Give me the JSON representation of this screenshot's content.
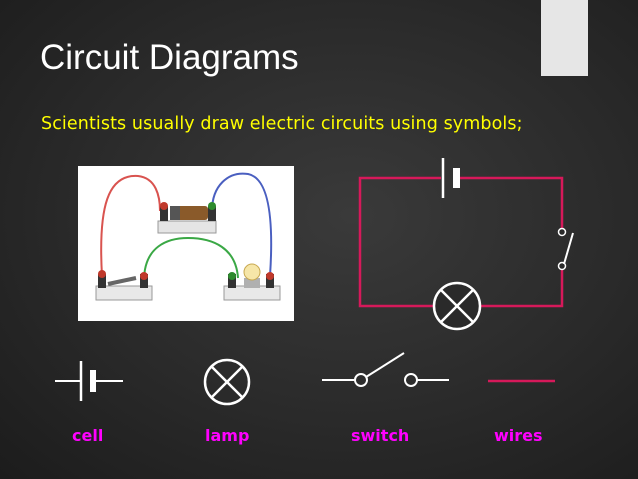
{
  "slide": {
    "title": "Circuit Diagrams",
    "subtitle": "Scientists usually draw electric circuits using symbols;"
  },
  "legend": [
    {
      "symbol": "cell-symbol",
      "label": "cell"
    },
    {
      "symbol": "lamp-symbol",
      "label": "lamp"
    },
    {
      "symbol": "switch-symbol",
      "label": "switch"
    },
    {
      "symbol": "wire-symbol",
      "label": "wires"
    }
  ],
  "colors": {
    "title": "#ffffff",
    "subtitle": "#ffff00",
    "legend_label": "#ff00ff",
    "circuit_wire": "#d6195a",
    "symbol_stroke": "#ffffff",
    "background": "#2e2e2e"
  }
}
